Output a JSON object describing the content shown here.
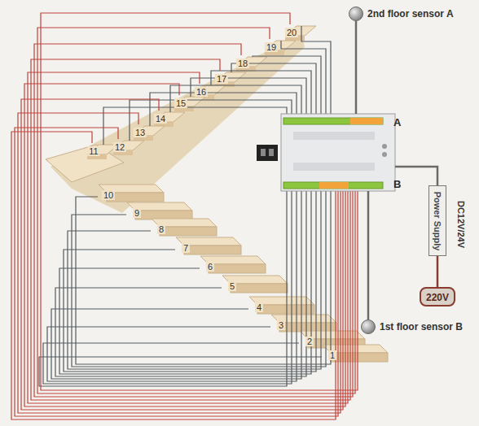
{
  "diagram": {
    "nodes": [
      {
        "text": [
          "A",
          "B"
        ]
      },
      {
        "text": [
          "2nd floor sensor A"
        ]
      },
      {
        "text": [
          "1st floor sensor B"
        ]
      },
      {
        "text": [
          "Power Supply"
        ]
      },
      {
        "text": [
          "220V"
        ]
      }
    ],
    "edges": [
      {
        "from": 1,
        "to": 0,
        "arrow": "none"
      },
      {
        "from": 2,
        "to": 0,
        "arrow": "none"
      },
      {
        "from": 0,
        "to": 3,
        "arrow": "none"
      },
      {
        "from": 4,
        "to": 3,
        "arrow": "none"
      }
    ],
    "labels": [
      "DC12V/24V",
      "1",
      "2",
      "3",
      "4",
      "5",
      "6",
      "7",
      "8",
      "9",
      "10",
      "11",
      "12",
      "13",
      "14",
      "15",
      "16",
      "17",
      "18",
      "19",
      "20"
    ]
  }
}
